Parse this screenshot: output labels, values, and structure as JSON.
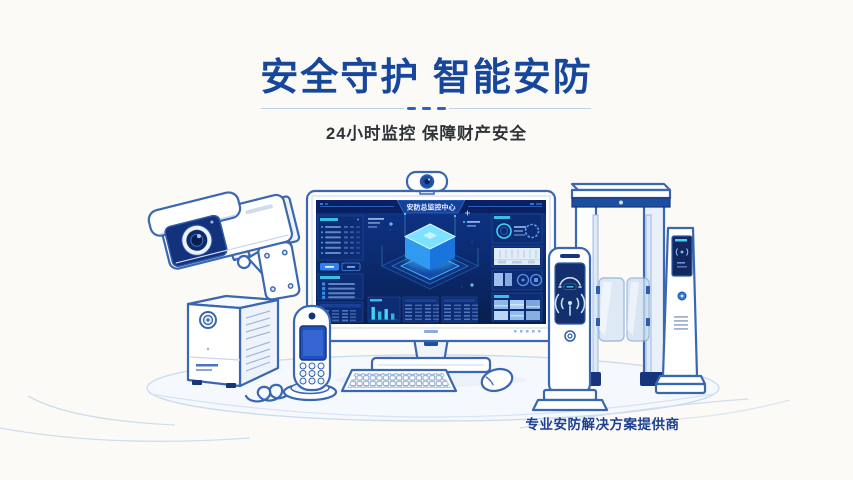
{
  "hero": {
    "title": "安全守护 智能安防",
    "subtitle": "24小时监控 保障财产安全"
  },
  "monitor": {
    "dashboard_title": "安防总监控中心"
  },
  "footer": {
    "tagline": "专业安防解决方案提供商"
  },
  "colors": {
    "bg": "#fbfaf6",
    "title": "#17479c",
    "subtitle": "#2e3339",
    "tagline": "#1c3f94",
    "outline": "#3a67b1",
    "navy": "#132f6e",
    "cyan": "#3fd0f5",
    "lightfill": "#e9f0fa",
    "screenblue": "#0c2d77"
  },
  "illustration": {
    "devices": [
      "cctv-camera",
      "webcam",
      "surveillance-monitor",
      "monitoring-dashboard",
      "nvr-storage-unit",
      "video-intercom-phone",
      "keyboard",
      "mouse",
      "access-card-reader-pillar",
      "walkthrough-security-gate",
      "access-control-pedestal"
    ]
  }
}
